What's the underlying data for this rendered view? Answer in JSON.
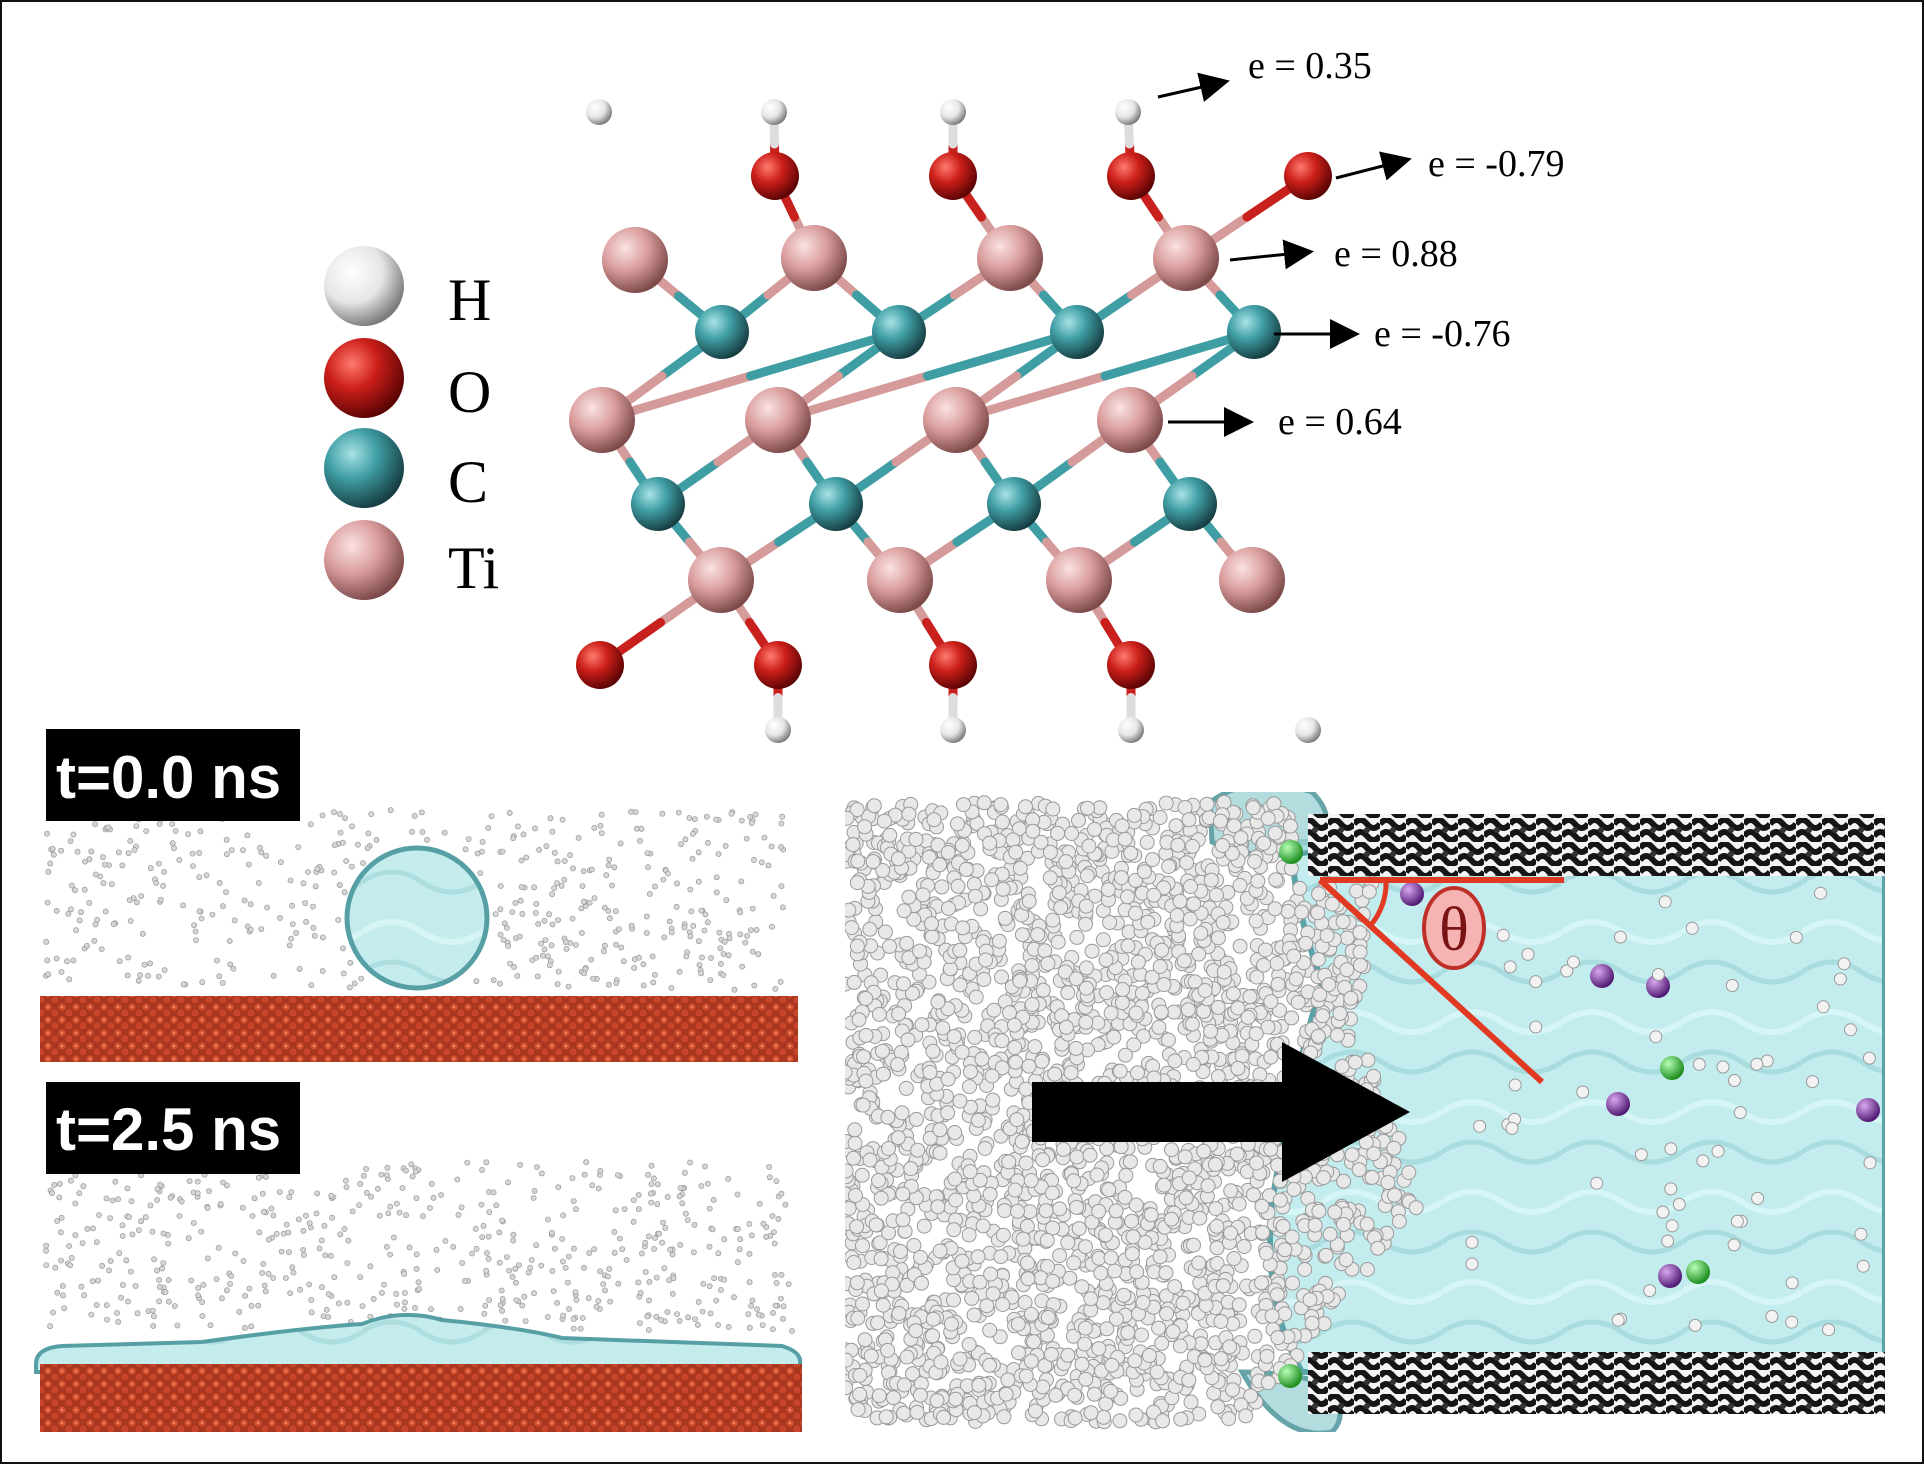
{
  "legend": [
    {
      "label": "H",
      "color": "#eeeeee",
      "dark": "#8a8a8a"
    },
    {
      "label": "O",
      "color": "#c8201c",
      "dark": "#6a0606"
    },
    {
      "label": "C",
      "color": "#3f9ea4",
      "dark": "#1b4f54"
    },
    {
      "label": "Ti",
      "color": "#dca3a3",
      "dark": "#8b5959"
    }
  ],
  "charges": [
    "e = 0.35",
    "e = -0.79",
    "e = 0.88",
    "e = -0.76",
    "e = 0.64"
  ],
  "snapshots": {
    "initial_label": "t=0.0 ns",
    "final_label": "t=2.5 ns"
  },
  "angle_symbol": "θ",
  "colors": {
    "water": "#bfe9ea",
    "water_edge": "#5aa3a8",
    "substrate": "#c0432a",
    "bond_ti_c": "#4aa3a8",
    "wall": "#1b1b1b",
    "contact_line": "#e23a22",
    "ion_green": "#3ecf3e",
    "ion_purple": "#8a3ab8"
  }
}
